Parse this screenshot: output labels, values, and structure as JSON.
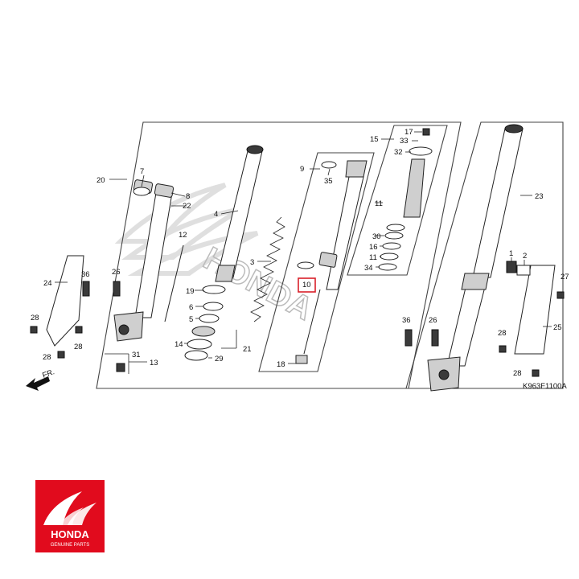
{
  "diagram": {
    "code": "K963F1100A",
    "front_arrow_label": "FR.",
    "watermark": "HONDA",
    "highlighted_callout": "10",
    "labels": {
      "p1": "1",
      "p2": "2",
      "p3": "3",
      "p4": "4",
      "p5": "5",
      "p6": "6",
      "p7": "7",
      "p8": "8",
      "p9": "9",
      "p10": "10",
      "p11a": "11",
      "p11b": "11",
      "p12": "12",
      "p13": "13",
      "p14": "14",
      "p15": "15",
      "p16": "16",
      "p17": "17",
      "p18": "18",
      "p19": "19",
      "p20": "20",
      "p21": "21",
      "p22": "22",
      "p23": "23",
      "p24": "24",
      "p25": "25",
      "p26a": "26",
      "p26b": "26",
      "p27": "27",
      "p28a": "28",
      "p28b": "28",
      "p28c": "28",
      "p28d": "28",
      "p28e": "28",
      "p29": "29",
      "p30": "30",
      "p31": "31",
      "p32": "32",
      "p33": "33",
      "p34": "34",
      "p35": "35",
      "p36a": "36",
      "p36b": "36"
    }
  },
  "logo": {
    "brand": "HONDA",
    "tagline": "GENUINE PARTS",
    "color": "#e10b1d"
  }
}
